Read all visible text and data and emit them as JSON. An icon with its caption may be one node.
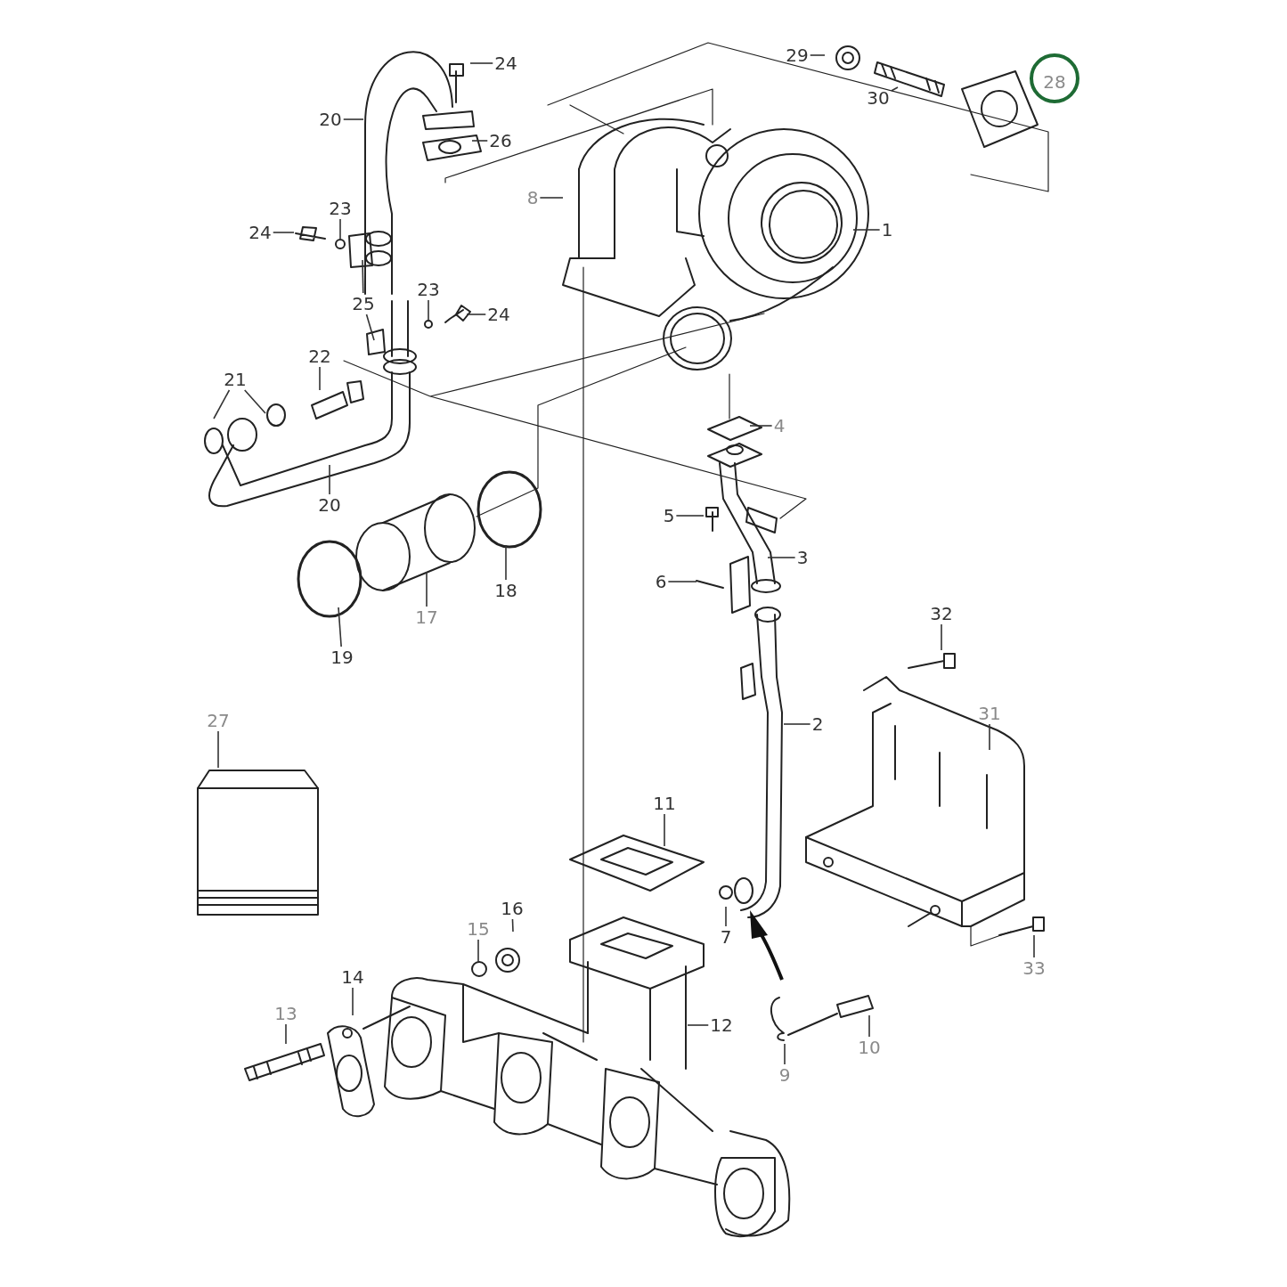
{
  "diagram": {
    "nodes": [
      {
        "text": [
          "29"
        ]
      },
      {
        "text": [
          "24"
        ]
      },
      {
        "text": [
          "28"
        ]
      },
      {
        "text": [
          "20"
        ]
      },
      {
        "text": [
          "30"
        ]
      },
      {
        "text": [
          "26"
        ]
      },
      {
        "text": [
          "8"
        ]
      },
      {
        "text": [
          "1"
        ]
      },
      {
        "text": [
          "23"
        ]
      },
      {
        "text": [
          "24"
        ]
      },
      {
        "text": [
          "25"
        ]
      },
      {
        "text": [
          "23"
        ]
      },
      {
        "text": [
          "24"
        ]
      },
      {
        "text": [
          "22"
        ]
      },
      {
        "text": [
          "21"
        ]
      },
      {
        "text": [
          "20"
        ]
      },
      {
        "text": [
          "4"
        ]
      },
      {
        "text": [
          "5"
        ]
      },
      {
        "text": [
          "3"
        ]
      },
      {
        "text": [
          "18"
        ]
      },
      {
        "text": [
          "17"
        ]
      },
      {
        "text": [
          "6"
        ]
      },
      {
        "text": [
          "19"
        ]
      },
      {
        "text": [
          "32"
        ]
      },
      {
        "text": [
          "31"
        ]
      },
      {
        "text": [
          "2"
        ]
      },
      {
        "text": [
          "27"
        ]
      },
      {
        "text": [
          "11"
        ]
      },
      {
        "text": [
          "16"
        ]
      },
      {
        "text": [
          "15"
        ]
      },
      {
        "text": [
          "14"
        ]
      },
      {
        "text": [
          "13"
        ]
      },
      {
        "text": [
          "12"
        ]
      },
      {
        "text": [
          "7"
        ]
      },
      {
        "text": [
          "9"
        ]
      },
      {
        "text": [
          "10"
        ]
      },
      {
        "text": [
          "33"
        ]
      }
    ],
    "edges": [
      {
        "from": 0,
        "to": null,
        "arrow": "none"
      },
      {
        "from": 1,
        "to": null,
        "arrow": "none"
      },
      {
        "from": 2,
        "to": null,
        "arrow": "none"
      },
      {
        "from": 3,
        "to": null,
        "arrow": "none"
      },
      {
        "from": 4,
        "to": null,
        "arrow": "none"
      },
      {
        "from": 5,
        "to": null,
        "arrow": "none"
      },
      {
        "from": 6,
        "to": null,
        "arrow": "none"
      },
      {
        "from": 7,
        "to": null,
        "arrow": "none"
      },
      {
        "from": 8,
        "to": null,
        "arrow": "none"
      },
      {
        "from": 9,
        "to": null,
        "arrow": "none"
      },
      {
        "from": 10,
        "to": null,
        "arrow": "none"
      },
      {
        "from": 10,
        "to": null,
        "arrow": "none"
      },
      {
        "from": 11,
        "to": null,
        "arrow": "none"
      },
      {
        "from": 12,
        "to": null,
        "arrow": "none"
      },
      {
        "from": 13,
        "to": null,
        "arrow": "none"
      },
      {
        "from": 14,
        "to": null,
        "arrow": "none"
      },
      {
        "from": 14,
        "to": null,
        "arrow": "none"
      },
      {
        "from": 15,
        "to": null,
        "arrow": "none"
      },
      {
        "from": 16,
        "to": null,
        "arrow": "none"
      },
      {
        "from": 17,
        "to": null,
        "arrow": "none"
      },
      {
        "from": 18,
        "to": null,
        "arrow": "none"
      },
      {
        "from": 19,
        "to": null,
        "arrow": "none"
      },
      {
        "from": 20,
        "to": null,
        "arrow": "none"
      },
      {
        "from": 21,
        "to": null,
        "arrow": "none"
      },
      {
        "from": 22,
        "to": null,
        "arrow": "none"
      },
      {
        "from": 23,
        "to": null,
        "arrow": "none"
      },
      {
        "from": 24,
        "to": null,
        "arrow": "none"
      },
      {
        "from": 25,
        "to": null,
        "arrow": "none"
      },
      {
        "from": 26,
        "to": null,
        "arrow": "none"
      },
      {
        "from": 27,
        "to": null,
        "arrow": "none"
      },
      {
        "from": 28,
        "to": null,
        "arrow": "none"
      },
      {
        "from": 29,
        "to": null,
        "arrow": "none"
      },
      {
        "from": 30,
        "to": null,
        "arrow": "none"
      },
      {
        "from": 31,
        "to": null,
        "arrow": "none"
      },
      {
        "from": 32,
        "to": null,
        "arrow": "none"
      },
      {
        "from": 33,
        "to": null,
        "arrow": "none"
      },
      {
        "from": 34,
        "to": null,
        "arrow": "none"
      },
      {
        "from": 35,
        "to": null,
        "arrow": "none"
      },
      {
        "from": 36,
        "to": null,
        "arrow": "none"
      }
    ]
  }
}
